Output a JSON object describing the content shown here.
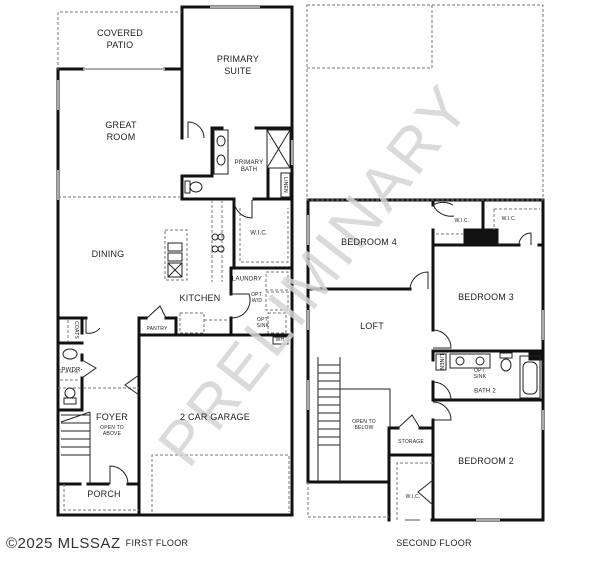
{
  "watermark": "PRELIMINARY",
  "copyright": "©2025 MLSSAZ",
  "first_floor": {
    "title": "FIRST FLOOR",
    "rooms": [
      {
        "id": "covered-patio",
        "label": "COVERED\nPATIO"
      },
      {
        "id": "primary-suite",
        "label": "PRIMARY\nSUITE"
      },
      {
        "id": "great-room",
        "label": "GREAT\nROOM"
      },
      {
        "id": "primary-bath",
        "label": "PRIMARY\nBATH"
      },
      {
        "id": "linen",
        "label": "LINEN"
      },
      {
        "id": "wic",
        "label": "W.I.C."
      },
      {
        "id": "dining",
        "label": "DINING"
      },
      {
        "id": "laundry",
        "label": "LAUNDRY"
      },
      {
        "id": "opt-wd",
        "label": "OPT.\nW/D"
      },
      {
        "id": "opt-sink",
        "label": "OPT.\nSINK"
      },
      {
        "id": "kitchen",
        "label": "KITCHEN"
      },
      {
        "id": "pantry",
        "label": "PANTRY"
      },
      {
        "id": "wh",
        "label": "WH"
      },
      {
        "id": "coats",
        "label": "COATS"
      },
      {
        "id": "pwdr",
        "label": "-PWDR-"
      },
      {
        "id": "foyer",
        "label": "FOYER"
      },
      {
        "id": "open-to-above",
        "label": "OPEN TO\nABOVE"
      },
      {
        "id": "garage",
        "label": "2 CAR GARAGE"
      },
      {
        "id": "porch",
        "label": "PORCH"
      }
    ]
  },
  "second_floor": {
    "title": "SECOND FLOOR",
    "rooms": [
      {
        "id": "bedroom-4",
        "label": "BEDROOM 4"
      },
      {
        "id": "wic-1",
        "label": "W.I.C."
      },
      {
        "id": "wic-2",
        "label": "W.I.C."
      },
      {
        "id": "bedroom-3",
        "label": "BEDROOM 3"
      },
      {
        "id": "loft",
        "label": "LOFT"
      },
      {
        "id": "linen-2",
        "label": "LINEN"
      },
      {
        "id": "opt-sink-2",
        "label": "OPT.\nSINK"
      },
      {
        "id": "bath-2",
        "label": "BATH 2"
      },
      {
        "id": "open-to-below",
        "label": "OPEN TO\nBELOW"
      },
      {
        "id": "storage",
        "label": "STORAGE"
      },
      {
        "id": "bedroom-2",
        "label": "BEDROOM 2"
      },
      {
        "id": "wic-3",
        "label": "W.I.C."
      }
    ]
  },
  "colors": {
    "wall": "#111111",
    "dashed": "#777777",
    "watermark": "#d4d4d4"
  }
}
